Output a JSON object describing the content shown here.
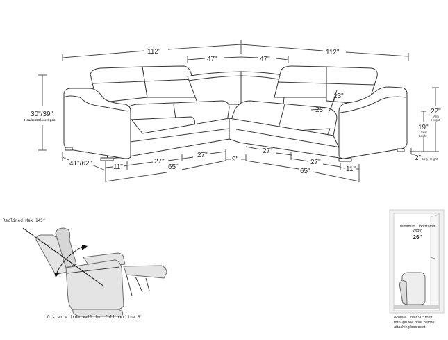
{
  "sectional": {
    "top_dims": {
      "left_width": "112\"",
      "right_width": "112\"",
      "corner_left": "47\"",
      "corner_right": "47\""
    },
    "height": {
      "value": "30\"/39\"",
      "caption": "Headrest Close/Open"
    },
    "depth": {
      "value": "41\"/62\""
    },
    "headrest_height": "13\"",
    "seat_depth": "23\"",
    "arm_height": {
      "value": "22\"",
      "caption_line1": "Arm",
      "caption_line2": "Height"
    },
    "seat_height": {
      "value": "19\"",
      "caption_line1": "Seat",
      "caption_line2": "height"
    },
    "leg_height": {
      "value": "2\"",
      "caption": "Leg Height"
    },
    "bottom_dims": {
      "left_arm": "11\"",
      "left_seat_1": "27\"",
      "left_seat_2": "27\"",
      "left_total": "65\"",
      "corner_gap": "9\"",
      "right_seat_1": "27\"",
      "right_seat_2": "27\"",
      "right_total": "65\"",
      "right_arm": "11\""
    }
  },
  "recliner": {
    "title": "Reclined Max 145°",
    "caption": "Distance from wall for full recline 6\""
  },
  "doorframe": {
    "label_line1": "Minimum Doorframe",
    "label_line2": "Width",
    "width_value": "26\"",
    "note_line1": "•Rotate Chair 90° to fit",
    "note_line2": "through the door before",
    "note_line3": "attaching backrest"
  }
}
